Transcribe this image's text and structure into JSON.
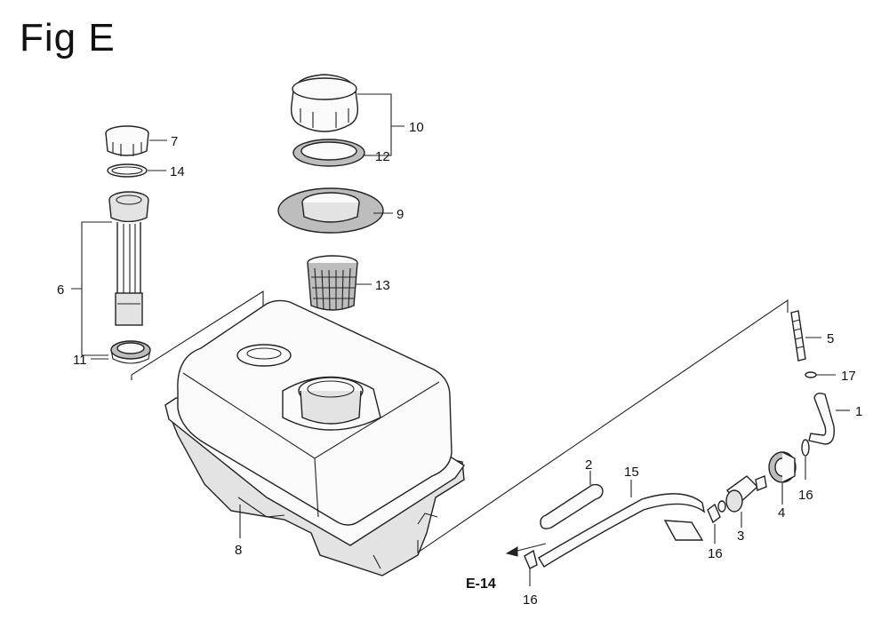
{
  "figure": {
    "title": "Fig E"
  },
  "callouts": [
    {
      "id": "1",
      "text": "1"
    },
    {
      "id": "2",
      "text": "2"
    },
    {
      "id": "3",
      "text": "3"
    },
    {
      "id": "4",
      "text": "4"
    },
    {
      "id": "5",
      "text": "5"
    },
    {
      "id": "6",
      "text": "6"
    },
    {
      "id": "7",
      "text": "7"
    },
    {
      "id": "8",
      "text": "8"
    },
    {
      "id": "9",
      "text": "9"
    },
    {
      "id": "10",
      "text": "10"
    },
    {
      "id": "11",
      "text": "11"
    },
    {
      "id": "12",
      "text": "12"
    },
    {
      "id": "13",
      "text": "13"
    },
    {
      "id": "14",
      "text": "14"
    },
    {
      "id": "15",
      "text": "15"
    },
    {
      "id": "16a",
      "text": "16"
    },
    {
      "id": "16b",
      "text": "16"
    },
    {
      "id": "16c",
      "text": "16"
    },
    {
      "id": "17",
      "text": "17"
    }
  ],
  "cross_reference": {
    "text": "E-14"
  }
}
